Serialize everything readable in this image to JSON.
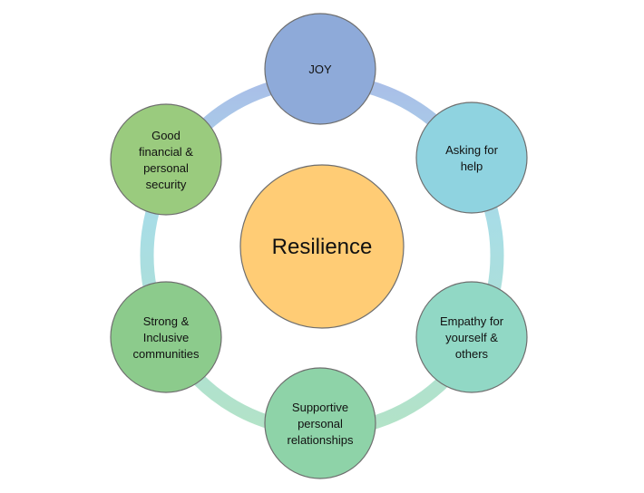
{
  "center": {
    "label": "Resilience",
    "fill": "#FFCC75",
    "stroke": "#6E6E6E"
  },
  "ring": {
    "color_top": "#A9BEE8",
    "color_right": "#A8DDE6",
    "color_bottom": "#B3E3C7",
    "color_left": "#B8DDB0"
  },
  "nodes": [
    {
      "id": "joy",
      "lines": [
        "JOY"
      ],
      "fill": "#8EAAD9"
    },
    {
      "id": "asking-for-help",
      "lines": [
        "Asking for",
        "help"
      ],
      "fill": "#8FD3E0"
    },
    {
      "id": "empathy",
      "lines": [
        "Empathy for",
        "yourself &",
        "others"
      ],
      "fill": "#91D8C5"
    },
    {
      "id": "supportive-relationships",
      "lines": [
        "Supportive",
        "personal",
        "relationships"
      ],
      "fill": "#8ED3A8"
    },
    {
      "id": "strong-communities",
      "lines": [
        "Strong &",
        "Inclusive",
        "communities"
      ],
      "fill": "#8CCB8C"
    },
    {
      "id": "financial-security",
      "lines": [
        "Good",
        "financial &",
        "personal",
        "security"
      ],
      "fill": "#9ACB7E"
    }
  ]
}
